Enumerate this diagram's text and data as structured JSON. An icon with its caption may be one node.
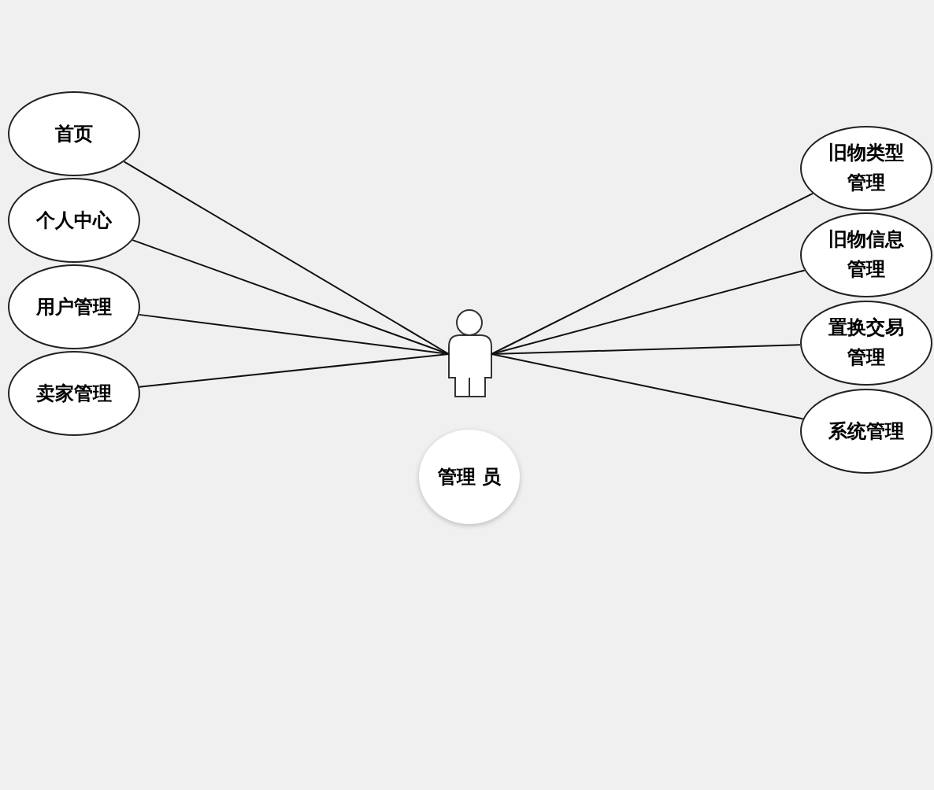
{
  "diagram": {
    "nodes": [
      {
        "text": [],
        "shape": "person",
        "beside": [
          "管理 员"
        ]
      },
      {
        "text": [
          "首页"
        ]
      },
      {
        "text": [
          "个人中心"
        ]
      },
      {
        "text": [
          "用户管理"
        ]
      },
      {
        "text": [
          "卖家管理"
        ]
      },
      {
        "text": [
          "旧物类型管理"
        ]
      },
      {
        "text": [
          "旧物信息管理"
        ]
      },
      {
        "text": [
          "置换交易管理"
        ]
      },
      {
        "text": [
          "系统管理"
        ]
      }
    ],
    "edges": [
      {
        "from": 0,
        "to": 1,
        "arrow": "none"
      },
      {
        "from": 0,
        "to": 2,
        "arrow": "none"
      },
      {
        "from": 0,
        "to": 3,
        "arrow": "none"
      },
      {
        "from": 0,
        "to": 4,
        "arrow": "none"
      },
      {
        "from": 0,
        "to": 5,
        "arrow": "none"
      },
      {
        "from": 0,
        "to": 6,
        "arrow": "none"
      },
      {
        "from": 0,
        "to": 7,
        "arrow": "none"
      },
      {
        "from": 0,
        "to": 8,
        "arrow": "none"
      }
    ]
  }
}
